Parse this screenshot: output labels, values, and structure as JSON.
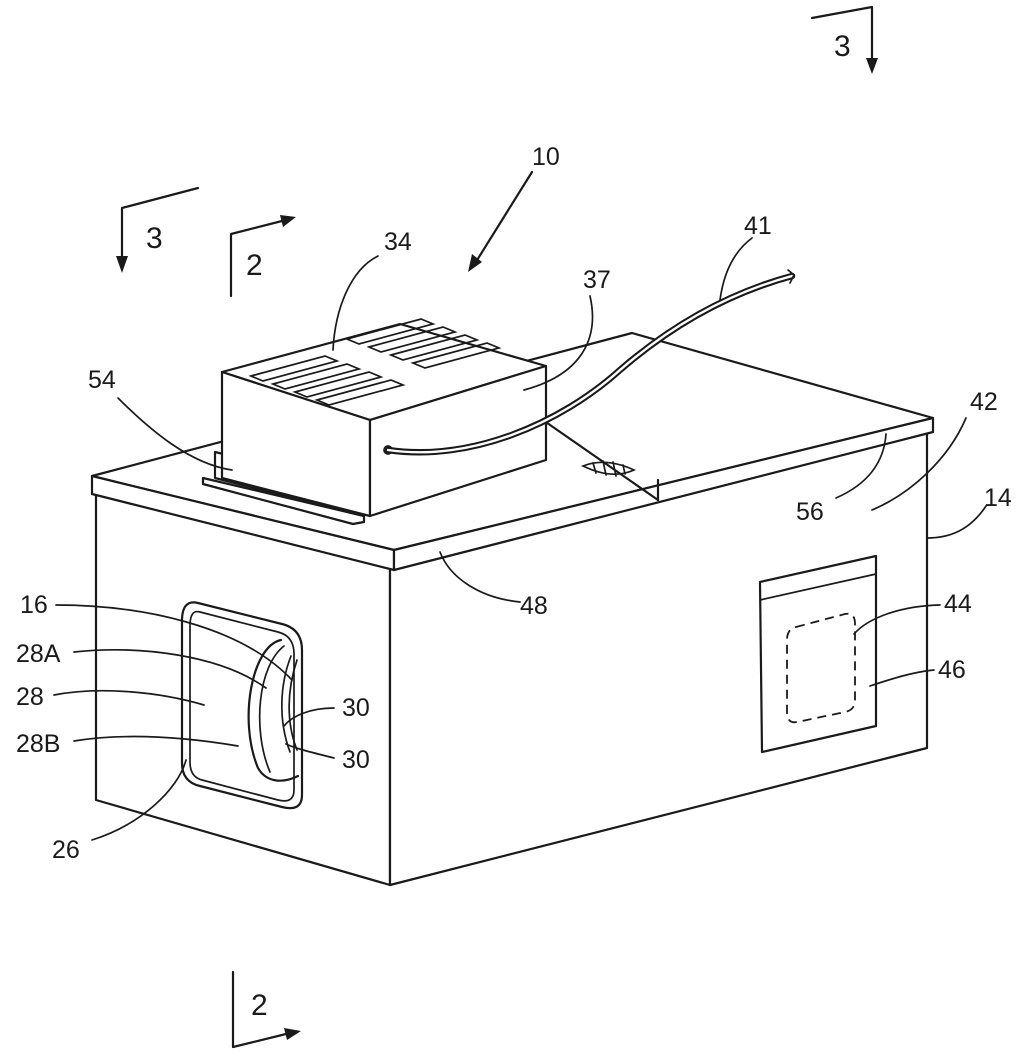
{
  "figure": {
    "section_marks": {
      "sec_3_top": "3",
      "sec_3_left": "3",
      "sec_2_top": "2",
      "sec_2_bottom": "2"
    },
    "labels": {
      "l10": "10",
      "l34": "34",
      "l41": "41",
      "l37": "37",
      "l54": "54",
      "l42": "42",
      "l56": "56",
      "l14": "14",
      "l48": "48",
      "l16": "16",
      "l28a": "28A",
      "l28": "28",
      "l28b": "28B",
      "l30a": "30",
      "l30b": "30",
      "l26": "26",
      "l44": "44",
      "l46": "46"
    }
  }
}
